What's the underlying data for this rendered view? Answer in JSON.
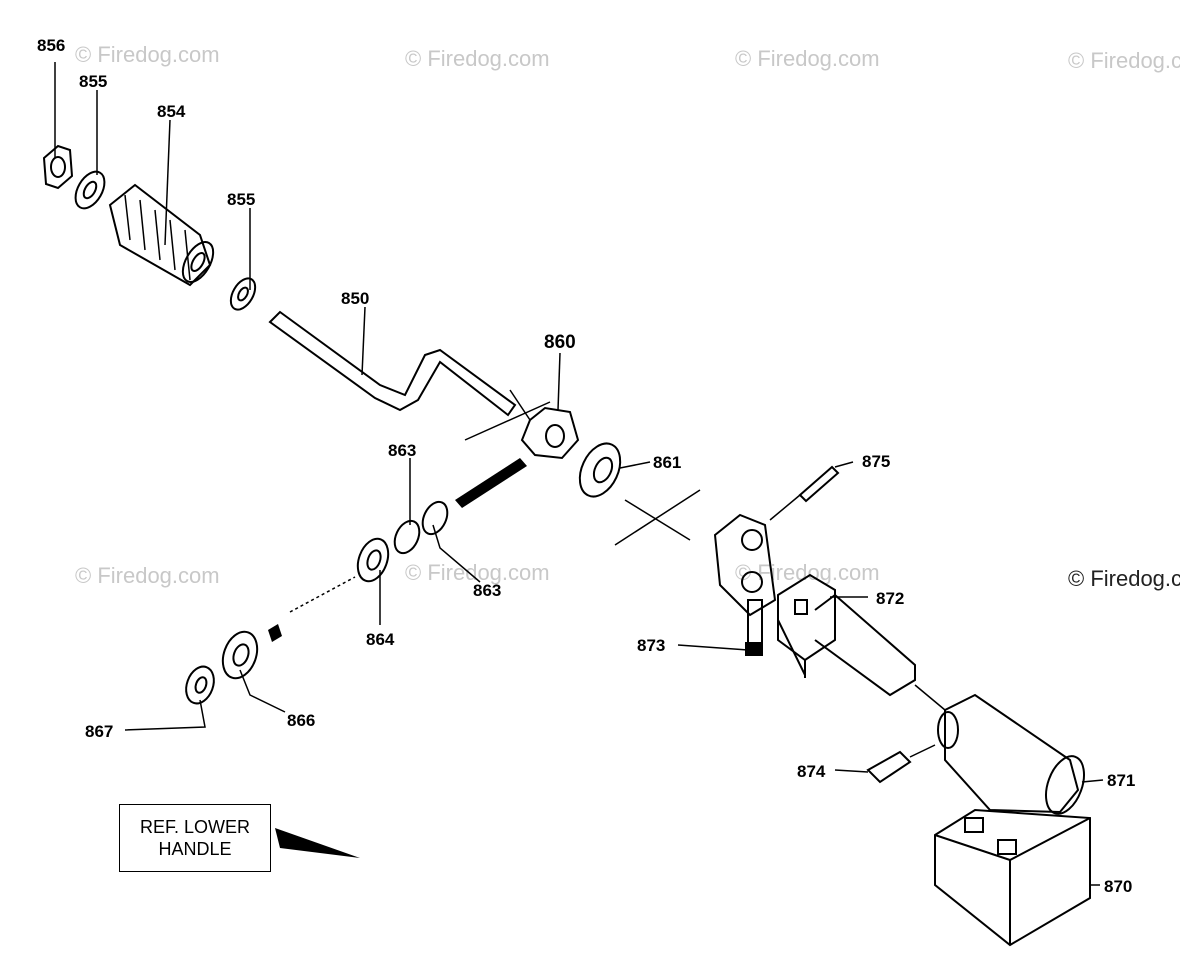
{
  "watermark": "© Firedog.com",
  "ref_box": {
    "line1": "REF. LOWER",
    "line2": "HANDLE"
  },
  "labels": {
    "p856": "856",
    "p855a": "855",
    "p854": "854",
    "p855b": "855",
    "p850": "850",
    "p860": "860",
    "p861": "861",
    "p863a": "863",
    "p863b": "863",
    "p864": "864",
    "p866": "866",
    "p867": "867",
    "p875": "875",
    "p872": "872",
    "p873": "873",
    "p874": "874",
    "p871": "871",
    "p870": "870"
  }
}
